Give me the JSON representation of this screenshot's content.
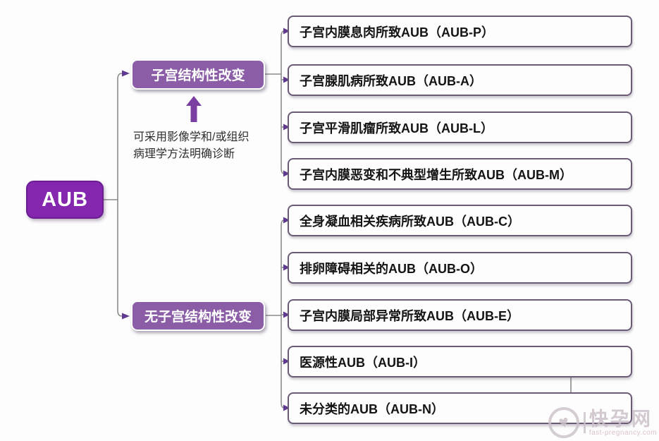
{
  "root": {
    "label": "AUB"
  },
  "branches": {
    "structural": {
      "label": "子宫结构性改变"
    },
    "nonstructural": {
      "label": "无子宫结构性改变"
    }
  },
  "note": {
    "line1": "可采用影像学和/或组织",
    "line2": "病理学方法明确诊断"
  },
  "leaves": [
    {
      "label": "子宫内膜息肉所致AUB（AUB-P）"
    },
    {
      "label": "子宫腺肌病所致AUB（AUB-A）"
    },
    {
      "label": "子宫平滑肌瘤所致AUB（AUB-L）"
    },
    {
      "label": "子宫内膜恶变和不典型增生所致AUB（AUB-M）"
    },
    {
      "label": "全身凝血相关疾病所致AUB（AUB-C）"
    },
    {
      "label": "排卵障碍相关的AUB（AUB-O）"
    },
    {
      "label": "子宫内膜局部异常所致AUB（AUB-E）"
    },
    {
      "label": "医源性AUB（AUB-I）"
    },
    {
      "label": "未分类的AUB（AUB-N）"
    }
  ],
  "watermark": {
    "logo_glyph": "♥",
    "site_name": "快孕网",
    "site_url": "fast-pregnancy.com"
  },
  "colors": {
    "root_fill": "#8526ae",
    "branch_fill": "#8a5da6",
    "leaf_border": "#6b5b76",
    "connector_line": "#8c8c8c",
    "arrowhead": "#5f3a8e",
    "up_arrow": "#7b3fa2"
  }
}
